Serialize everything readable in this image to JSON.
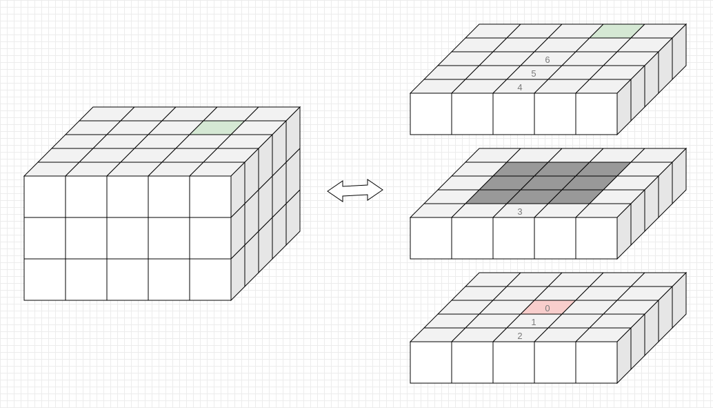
{
  "colors": {
    "top_face": "#f2f2f2",
    "front_face": "#ffffff",
    "side_face": "#e6e6e6",
    "highlight_green": "#d5e8d4",
    "highlight_gray": "#999999",
    "highlight_red": "#f8cecc",
    "label": "#7a7a7a",
    "arrow_fill": "#ffffff"
  },
  "icons": {
    "arrow": "double-headed-arrow-icon"
  },
  "labels": {
    "top_layer_cell_1": "6",
    "top_layer_cell_2": "5",
    "top_layer_cell_3": "4",
    "middle_layer_cell": "3",
    "bottom_layer_cell_1": "0",
    "bottom_layer_cell_2": "1",
    "bottom_layer_cell_3": "2"
  }
}
